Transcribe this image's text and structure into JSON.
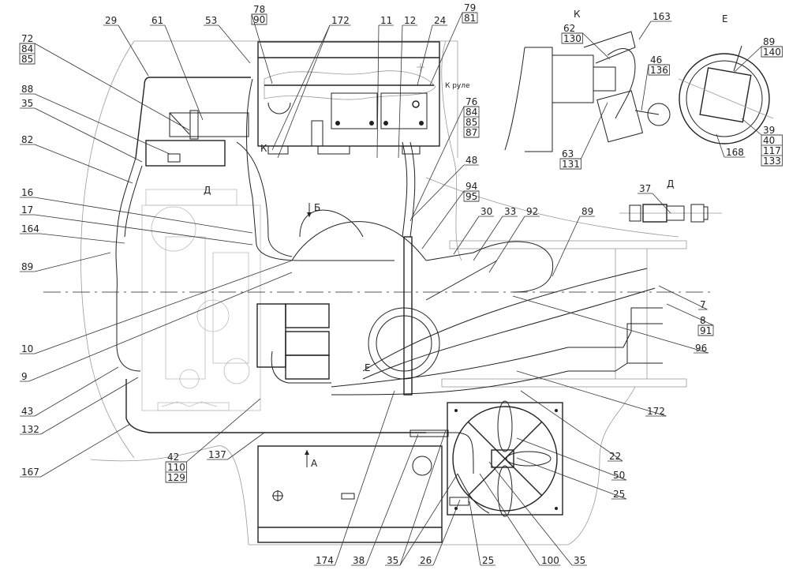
{
  "title": "Hydraulic system layout drawing",
  "view_labels": {
    "view_k": "К",
    "view_e": "Е",
    "view_d": "Д",
    "section_b": "Б",
    "section_a": "А",
    "tag_k": "К",
    "tag_d": "Д",
    "tag_e": "Е",
    "to_steering": "К руле"
  },
  "callouts": [
    {
      "id": "c29",
      "lines": [
        "29"
      ]
    },
    {
      "id": "c61",
      "lines": [
        "61"
      ]
    },
    {
      "id": "c53",
      "lines": [
        "53"
      ]
    },
    {
      "id": "c78",
      "lines": [
        "78",
        "90"
      ]
    },
    {
      "id": "c172a",
      "lines": [
        "172"
      ]
    },
    {
      "id": "c11",
      "lines": [
        "11"
      ]
    },
    {
      "id": "c12",
      "lines": [
        "12"
      ]
    },
    {
      "id": "c24",
      "lines": [
        "24"
      ]
    },
    {
      "id": "c79",
      "lines": [
        "79",
        "81"
      ]
    },
    {
      "id": "c72",
      "lines": [
        "72",
        "84",
        "85"
      ]
    },
    {
      "id": "c88",
      "lines": [
        "88"
      ]
    },
    {
      "id": "c35a",
      "lines": [
        "35"
      ]
    },
    {
      "id": "c82",
      "lines": [
        "82"
      ]
    },
    {
      "id": "c16",
      "lines": [
        "16"
      ]
    },
    {
      "id": "c17",
      "lines": [
        "17"
      ]
    },
    {
      "id": "c164",
      "lines": [
        "164"
      ]
    },
    {
      "id": "c89a",
      "lines": [
        "89"
      ]
    },
    {
      "id": "c10",
      "lines": [
        "10"
      ]
    },
    {
      "id": "c9",
      "lines": [
        "9"
      ]
    },
    {
      "id": "c43",
      "lines": [
        "43"
      ]
    },
    {
      "id": "c132",
      "lines": [
        "132"
      ]
    },
    {
      "id": "c167",
      "lines": [
        "167"
      ]
    },
    {
      "id": "c42",
      "lines": [
        "42",
        "110",
        "129"
      ]
    },
    {
      "id": "c137",
      "lines": [
        "137"
      ]
    },
    {
      "id": "c76",
      "lines": [
        "76",
        "84",
        "85",
        "87"
      ]
    },
    {
      "id": "c48",
      "lines": [
        "48"
      ]
    },
    {
      "id": "c94",
      "lines": [
        "94",
        "95"
      ]
    },
    {
      "id": "c30",
      "lines": [
        "30"
      ]
    },
    {
      "id": "c33",
      "lines": [
        "33"
      ]
    },
    {
      "id": "c92",
      "lines": [
        "92"
      ]
    },
    {
      "id": "c89b",
      "lines": [
        "89"
      ]
    },
    {
      "id": "c7",
      "lines": [
        "7"
      ]
    },
    {
      "id": "c8",
      "lines": [
        "8",
        "91"
      ]
    },
    {
      "id": "c96",
      "lines": [
        "96"
      ]
    },
    {
      "id": "c172b",
      "lines": [
        "172"
      ]
    },
    {
      "id": "c22",
      "lines": [
        "22"
      ]
    },
    {
      "id": "c50",
      "lines": [
        "50"
      ]
    },
    {
      "id": "c25a",
      "lines": [
        "25"
      ]
    },
    {
      "id": "c174",
      "lines": [
        "174"
      ]
    },
    {
      "id": "c38",
      "lines": [
        "38"
      ]
    },
    {
      "id": "c35b",
      "lines": [
        "35"
      ]
    },
    {
      "id": "c26",
      "lines": [
        "26"
      ]
    },
    {
      "id": "c25b",
      "lines": [
        "25"
      ]
    },
    {
      "id": "c100",
      "lines": [
        "100"
      ]
    },
    {
      "id": "c35c",
      "lines": [
        "35"
      ]
    },
    {
      "id": "c62",
      "lines": [
        "62",
        "130"
      ]
    },
    {
      "id": "c163",
      "lines": [
        "163"
      ]
    },
    {
      "id": "c46",
      "lines": [
        "46",
        "136"
      ]
    },
    {
      "id": "c63",
      "lines": [
        "63",
        "131"
      ]
    },
    {
      "id": "c89c",
      "lines": [
        "89",
        "140"
      ]
    },
    {
      "id": "c39",
      "lines": [
        "39",
        "40",
        "117",
        "133"
      ]
    },
    {
      "id": "c168",
      "lines": [
        "168"
      ]
    },
    {
      "id": "c37",
      "lines": [
        "37"
      ]
    }
  ]
}
